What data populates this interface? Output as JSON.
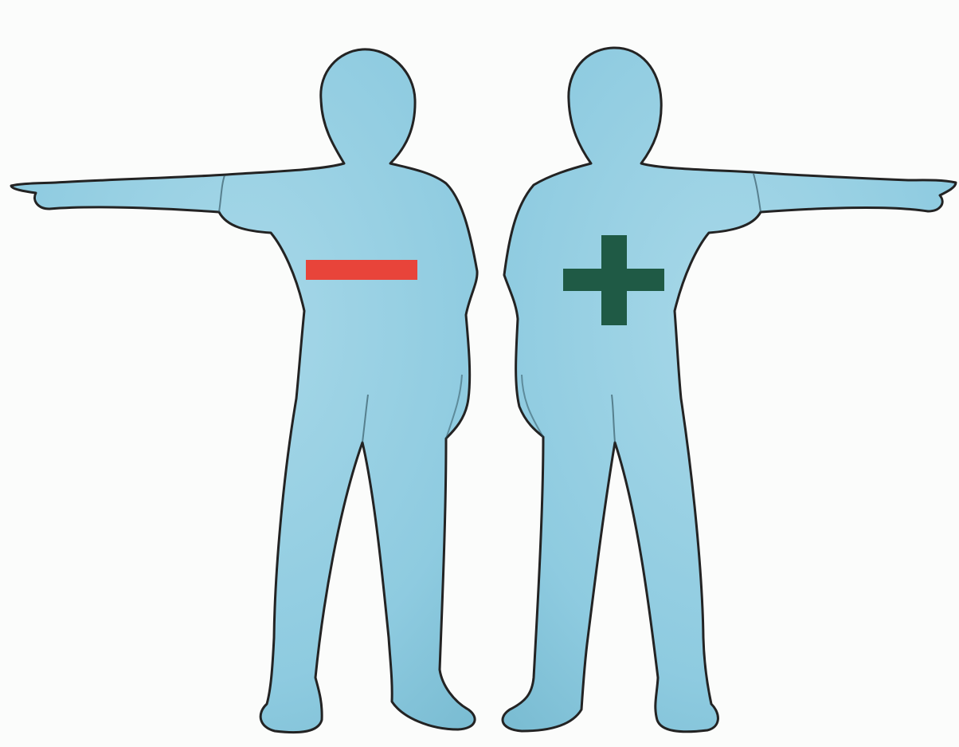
{
  "illustration": {
    "figures": [
      {
        "sign": "minus",
        "sign_color": "#e8443a",
        "pointing_direction": "left",
        "body_color": "#8ecbe0",
        "outline_color": "#232323"
      },
      {
        "sign": "plus",
        "sign_color": "#1f5a45",
        "pointing_direction": "right",
        "body_color": "#8ecbe0",
        "outline_color": "#232323"
      }
    ],
    "background_color": "#fbfcfb"
  }
}
